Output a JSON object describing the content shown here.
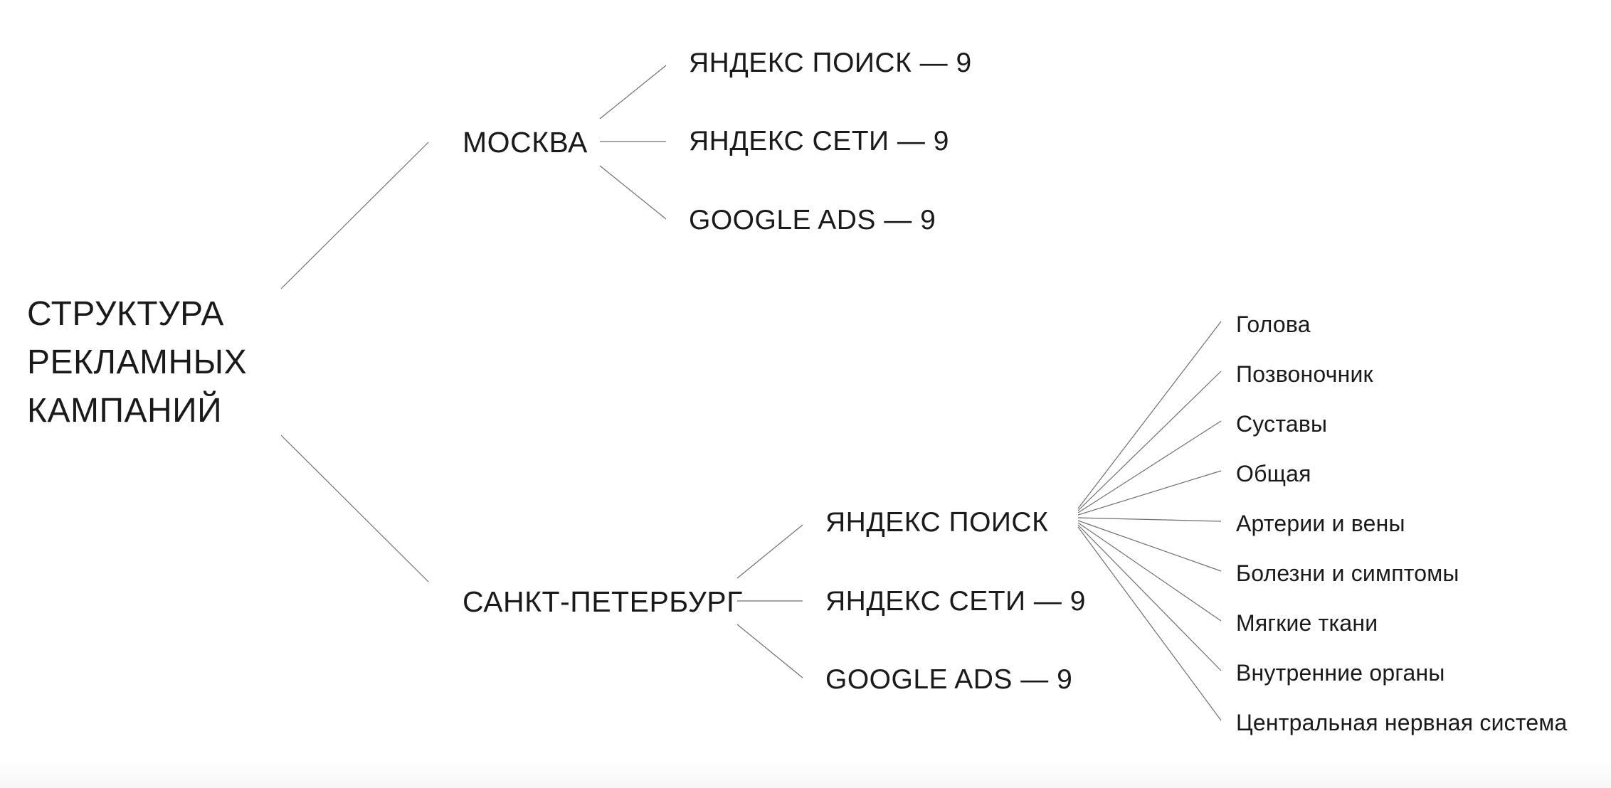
{
  "root": {
    "lines": [
      "СТРУКТУРА",
      "РЕКЛАМНЫХ",
      "КАМПАНИЙ"
    ]
  },
  "moscow": {
    "label": "МОСКВА",
    "channels": [
      "ЯНДЕКС ПОИСК — 9",
      "ЯНДЕКС СЕТИ — 9",
      "GOOGLE ADS — 9"
    ]
  },
  "spb": {
    "label": "САНКТ-ПЕТЕРБУРГ",
    "channels": [
      "ЯНДЕКС ПОИСК",
      "ЯНДЕКС СЕТИ — 9",
      "GOOGLE ADS — 9"
    ],
    "search_topics": [
      "Голова",
      "Позвоночник",
      "Суставы",
      "Общая",
      "Артерии и вены",
      "Болезни и симптомы",
      "Мягкие ткани",
      "Внутренние органы",
      "Центральная нервная система"
    ]
  },
  "colors": {
    "text": "#1a1a1a",
    "connector": "#6f6f6f",
    "background": "#ffffff"
  }
}
